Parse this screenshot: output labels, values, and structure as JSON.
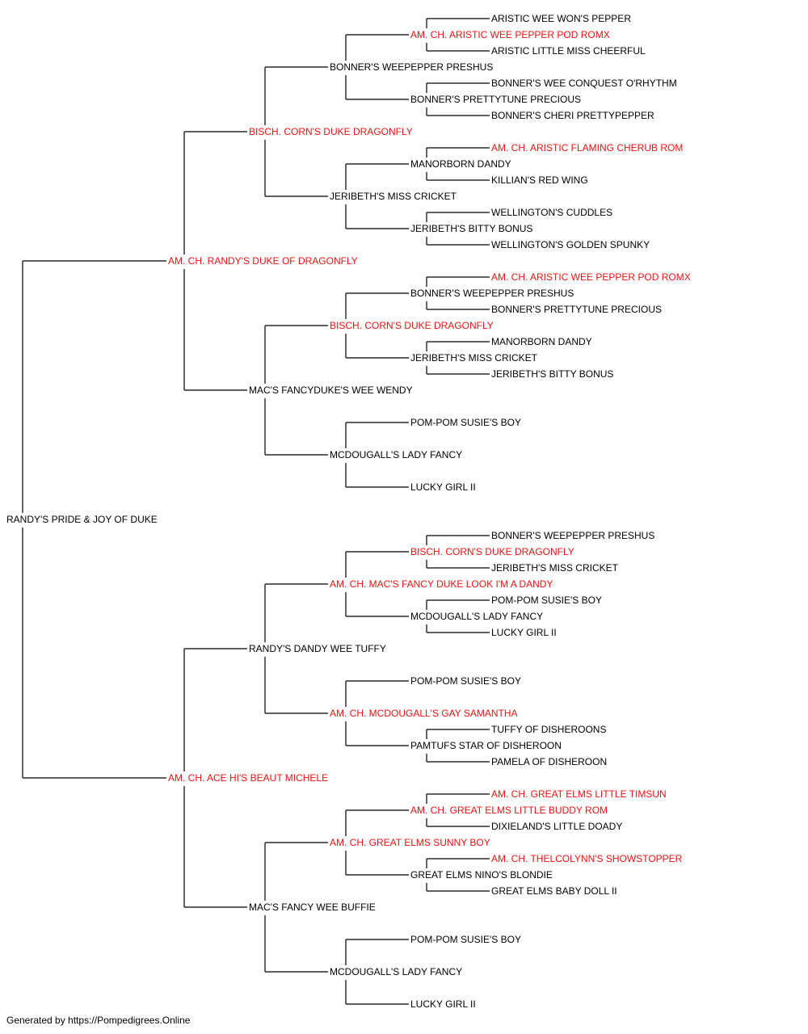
{
  "colors": {
    "champion": "#ee1111",
    "normal": "#000000",
    "line": "#000000"
  },
  "pedigree": {
    "name": "RANDY'S PRIDE & JOY OF DUKE",
    "champion": false,
    "sire": {
      "name": "AM. CH. RANDY'S DUKE OF DRAGONFLY",
      "champion": true,
      "sire": {
        "name": "BISCH. CORN'S DUKE DRAGONFLY",
        "champion": true,
        "sire": {
          "name": "BONNER'S WEEPEPPER PRESHUS",
          "champion": false,
          "sire": {
            "name": "AM. CH. ARISTIC WEE PEPPER POD ROMX",
            "champion": true,
            "sire": {
              "name": "ARISTIC WEE WON'S PEPPER",
              "champion": false
            },
            "dam": {
              "name": "ARISTIC LITTLE MISS CHEERFUL",
              "champion": false
            }
          },
          "dam": {
            "name": "BONNER'S PRETTYTUNE PRECIOUS",
            "champion": false,
            "sire": {
              "name": "BONNER'S WEE CONQUEST O'RHYTHM",
              "champion": false
            },
            "dam": {
              "name": "BONNER'S CHERI PRETTYPEPPER",
              "champion": false
            }
          }
        },
        "dam": {
          "name": "JERIBETH'S MISS CRICKET",
          "champion": false,
          "sire": {
            "name": "MANORBORN DANDY",
            "champion": false,
            "sire": {
              "name": "AM. CH. ARISTIC FLAMING CHERUB ROM",
              "champion": true
            },
            "dam": {
              "name": "KILLIAN'S RED WING",
              "champion": false
            }
          },
          "dam": {
            "name": "JERIBETH'S BITTY BONUS",
            "champion": false,
            "sire": {
              "name": "WELLINGTON'S CUDDLES",
              "champion": false
            },
            "dam": {
              "name": "WELLINGTON'S GOLDEN SPUNKY",
              "champion": false
            }
          }
        }
      },
      "dam": {
        "name": "MAC'S FANCYDUKE'S WEE WENDY",
        "champion": false,
        "sire": {
          "name": "BISCH. CORN'S DUKE DRAGONFLY",
          "champion": true,
          "sire": {
            "name": "BONNER'S WEEPEPPER PRESHUS",
            "champion": false,
            "sire": {
              "name": "AM. CH. ARISTIC WEE PEPPER POD ROMX",
              "champion": true
            },
            "dam": {
              "name": "BONNER'S PRETTYTUNE PRECIOUS",
              "champion": false
            }
          },
          "dam": {
            "name": "JERIBETH'S MISS CRICKET",
            "champion": false,
            "sire": {
              "name": "MANORBORN DANDY",
              "champion": false
            },
            "dam": {
              "name": "JERIBETH'S BITTY BONUS",
              "champion": false
            }
          }
        },
        "dam": {
          "name": "MCDOUGALL'S LADY FANCY",
          "champion": false,
          "sire": {
            "name": "POM-POM SUSIE'S BOY",
            "champion": false
          },
          "dam": {
            "name": "LUCKY GIRL II",
            "champion": false
          }
        }
      }
    },
    "dam": {
      "name": "AM. CH. ACE HI'S BEAUT MICHELE",
      "champion": true,
      "sire": {
        "name": "RANDY'S DANDY WEE TUFFY",
        "champion": false,
        "sire": {
          "name": "AM. CH. MAC'S FANCY DUKE LOOK I'M A DANDY",
          "champion": true,
          "sire": {
            "name": "BISCH. CORN'S DUKE DRAGONFLY",
            "champion": true,
            "sire": {
              "name": "BONNER'S WEEPEPPER PRESHUS",
              "champion": false
            },
            "dam": {
              "name": "JERIBETH'S MISS CRICKET",
              "champion": false
            }
          },
          "dam": {
            "name": "MCDOUGALL'S LADY FANCY",
            "champion": false,
            "sire": {
              "name": "POM-POM SUSIE'S BOY",
              "champion": false
            },
            "dam": {
              "name": "LUCKY GIRL II",
              "champion": false
            }
          }
        },
        "dam": {
          "name": "AM. CH. MCDOUGALL'S GAY SAMANTHA",
          "champion": true,
          "sire": {
            "name": "POM-POM SUSIE'S BOY",
            "champion": false
          },
          "dam": {
            "name": "PAMTUFS STAR OF DISHEROON",
            "champion": false,
            "sire": {
              "name": "TUFFY OF DISHEROONS",
              "champion": false
            },
            "dam": {
              "name": "PAMELA OF DISHEROON",
              "champion": false
            }
          }
        }
      },
      "dam": {
        "name": "MAC'S FANCY WEE BUFFIE",
        "champion": false,
        "sire": {
          "name": "AM. CH. GREAT ELMS SUNNY BOY",
          "champion": true,
          "sire": {
            "name": "AM. CH. GREAT ELMS LITTLE BUDDY ROM",
            "champion": true,
            "sire": {
              "name": "AM. CH. GREAT ELMS LITTLE TIMSUN",
              "champion": true
            },
            "dam": {
              "name": "DIXIELAND'S LITTLE DOADY",
              "champion": false
            }
          },
          "dam": {
            "name": "GREAT ELMS NINO'S BLONDIE",
            "champion": false,
            "sire": {
              "name": "AM. CH. THELCOLYNN'S SHOWSTOPPER",
              "champion": true
            },
            "dam": {
              "name": "GREAT ELMS BABY DOLL II",
              "champion": false
            }
          }
        },
        "dam": {
          "name": "MCDOUGALL'S LADY FANCY",
          "champion": false,
          "sire": {
            "name": "POM-POM SUSIE'S BOY",
            "champion": false
          },
          "dam": {
            "name": "LUCKY GIRL II",
            "champion": false
          }
        }
      }
    }
  },
  "footer": "Generated by https://Pompedigrees.Online"
}
